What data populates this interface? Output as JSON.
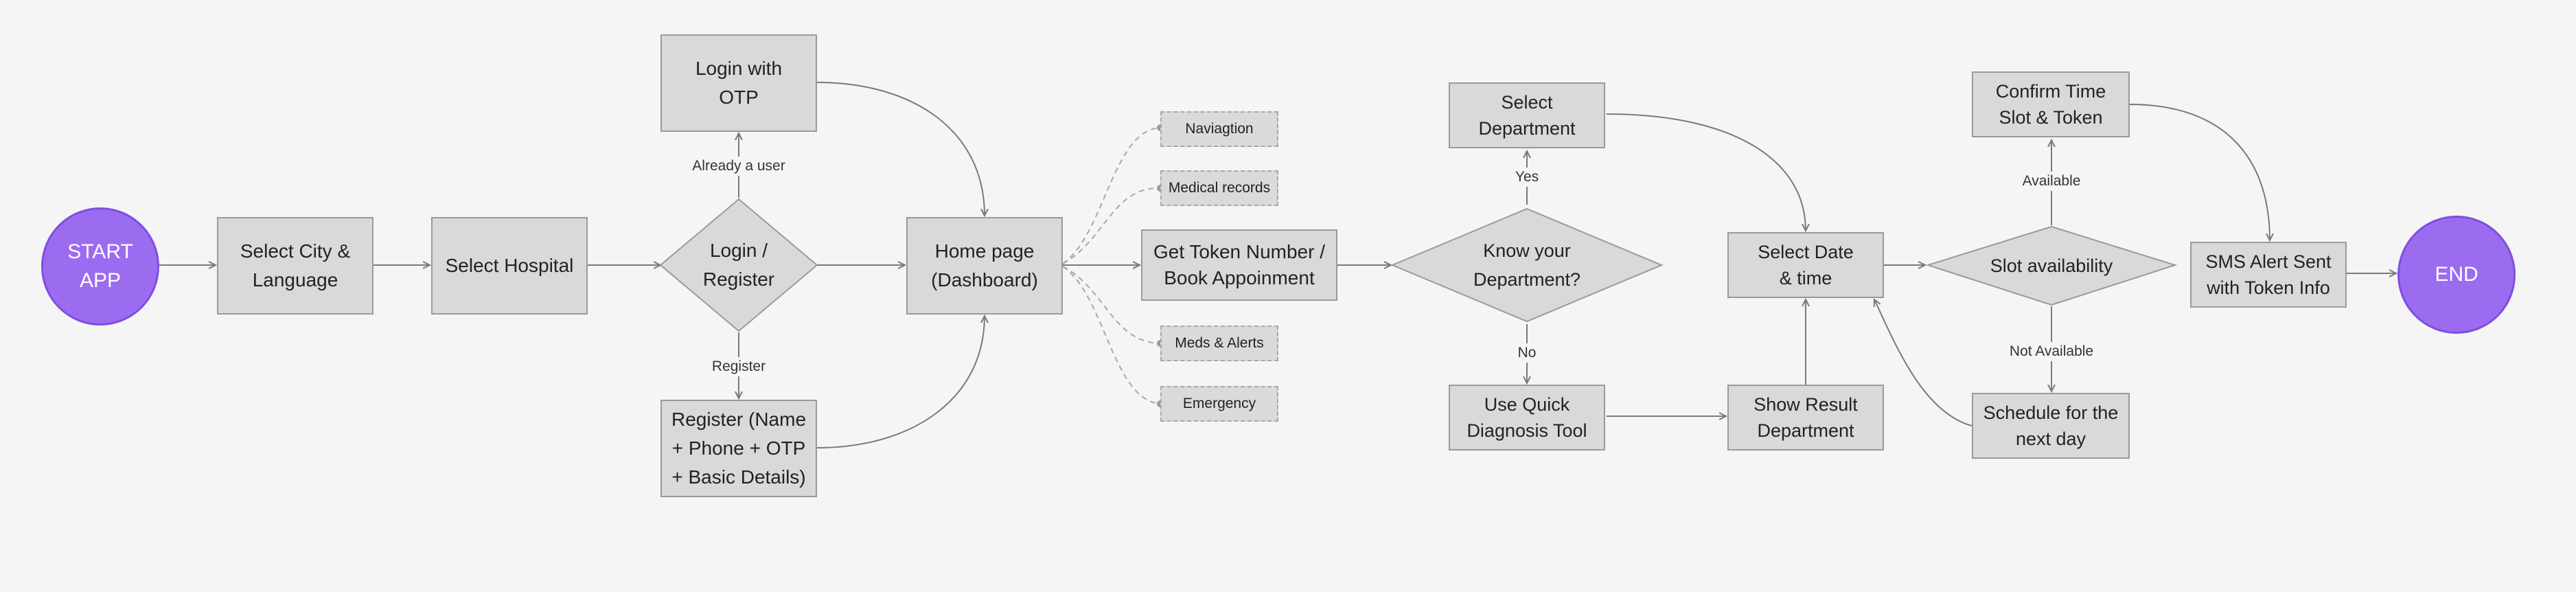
{
  "nodes": {
    "start": "START\nAPP",
    "select_city": "Select City &\nLanguage",
    "select_hospital": "Select Hospital",
    "login_register": "Login /\nRegister",
    "login_otp": "Login with\nOTP",
    "register_form": "Register (Name\n+ Phone + OTP\n+ Basic Details)",
    "home_page": "Home page\n(Dashboard)",
    "navigation": "Naviagtion",
    "medical_records": "Medical records",
    "meds_alerts": "Meds & Alerts",
    "emergency": "Emergency",
    "get_token": "Get Token Number /\nBook Appoinment",
    "know_department": "Know your\nDepartment?",
    "select_department": "Select\nDepartment",
    "quick_diagnosis": "Use Quick\nDiagnosis Tool",
    "show_result": "Show Result\nDepartment",
    "select_date_time": "Select Date\n& time",
    "slot_availability": "Slot availability",
    "confirm_time": "Confirm Time\nSlot & Token",
    "schedule_next": "Schedule for the\nnext day",
    "sms_alert": "SMS Alert Sent\nwith Token Info",
    "end": "END"
  },
  "edge_labels": {
    "already_user": "Already a user",
    "register": "Register",
    "yes": "Yes",
    "no": "No",
    "available": "Available",
    "not_available": "Not Available"
  },
  "colors": {
    "terminal_fill": "#9b6cf0",
    "terminal_border": "#7f4ee0",
    "box_fill": "#d9d9d9",
    "box_border": "#9a9a9a",
    "line": "#7a7a7a",
    "dashed_line": "#a8a8a8",
    "background": "#f5f5f5"
  }
}
